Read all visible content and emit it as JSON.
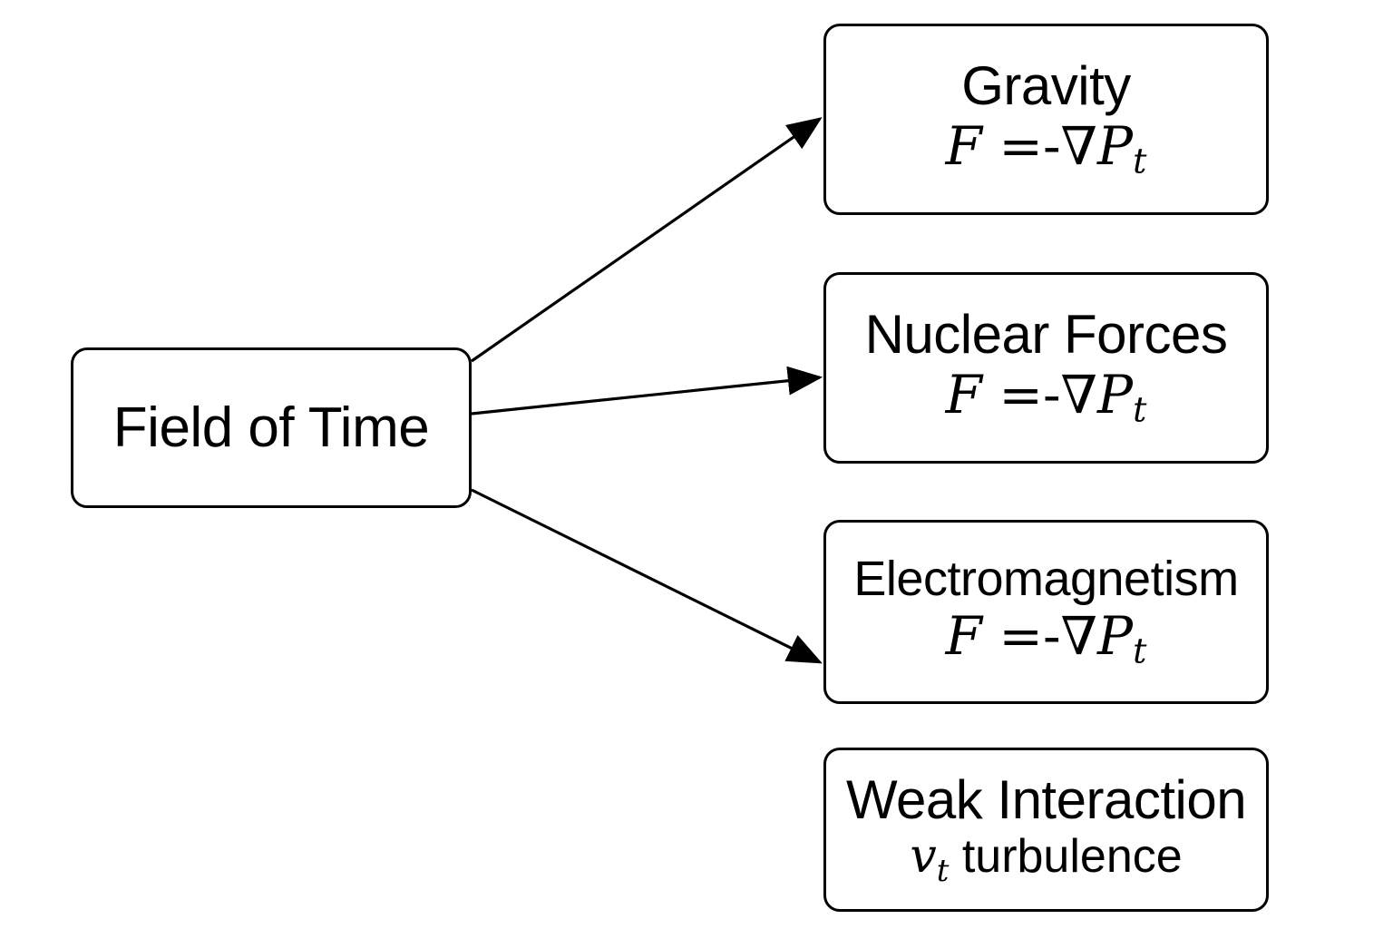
{
  "source": {
    "label": "Field of Time"
  },
  "targets": [
    {
      "title": "Gravity",
      "formula": {
        "lhs": "F",
        "eq": "=",
        "rhs_prefix": "-∇",
        "var": "P",
        "sub": "t"
      }
    },
    {
      "title": "Nuclear Forces",
      "formula": {
        "lhs": "F",
        "eq": "=",
        "rhs_prefix": "-∇",
        "var": "P",
        "sub": "t"
      }
    },
    {
      "title": "Electromagnetism",
      "formula": {
        "lhs": "F",
        "eq": "=",
        "rhs_prefix": "-∇",
        "var": "P",
        "sub": "t"
      }
    },
    {
      "title": "Weak Interaction",
      "subtitle": {
        "var": "v",
        "sub": "t",
        "text": "turbulence"
      }
    }
  ],
  "edges": [
    {
      "from": "Field of Time",
      "to": "Gravity"
    },
    {
      "from": "Field of Time",
      "to": "Nuclear Forces"
    },
    {
      "from": "Field of Time",
      "to": "Electromagnetism"
    }
  ],
  "colors": {
    "stroke": "#000000",
    "background": "#ffffff"
  }
}
